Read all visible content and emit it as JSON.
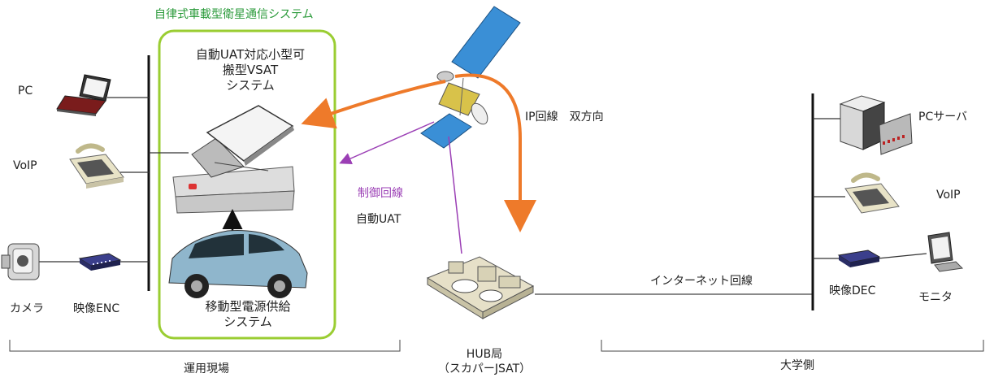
{
  "system_title": "自律式車載型衛星通信システム",
  "vsat_label": [
    "自動UAT対応小型可",
    "搬型VSAT",
    "システム"
  ],
  "power_label": [
    "移動型電源供給",
    "システム"
  ],
  "left_devices": {
    "pc": "PC",
    "voip": "VoIP",
    "camera": "カメラ",
    "encoder": "映像ENC"
  },
  "links": {
    "ip_line": "IP回線　双方向",
    "control_line": "制御回線",
    "auto_uat": "自動UAT",
    "internet_line": "インターネット回線"
  },
  "hub": [
    "HUB局",
    "（スカパーJSAT）"
  ],
  "right_devices": {
    "pc_server": "PCサーバ",
    "voip": "VoIP",
    "decoder": "映像DEC",
    "monitor": "モニタ"
  },
  "sections": {
    "site": "運用現場",
    "university": "大学側"
  },
  "colors": {
    "green": "#9ACD32",
    "orange": "#EE7A2A",
    "purple": "#9B3FB5",
    "blue": "#3A8FD6"
  }
}
